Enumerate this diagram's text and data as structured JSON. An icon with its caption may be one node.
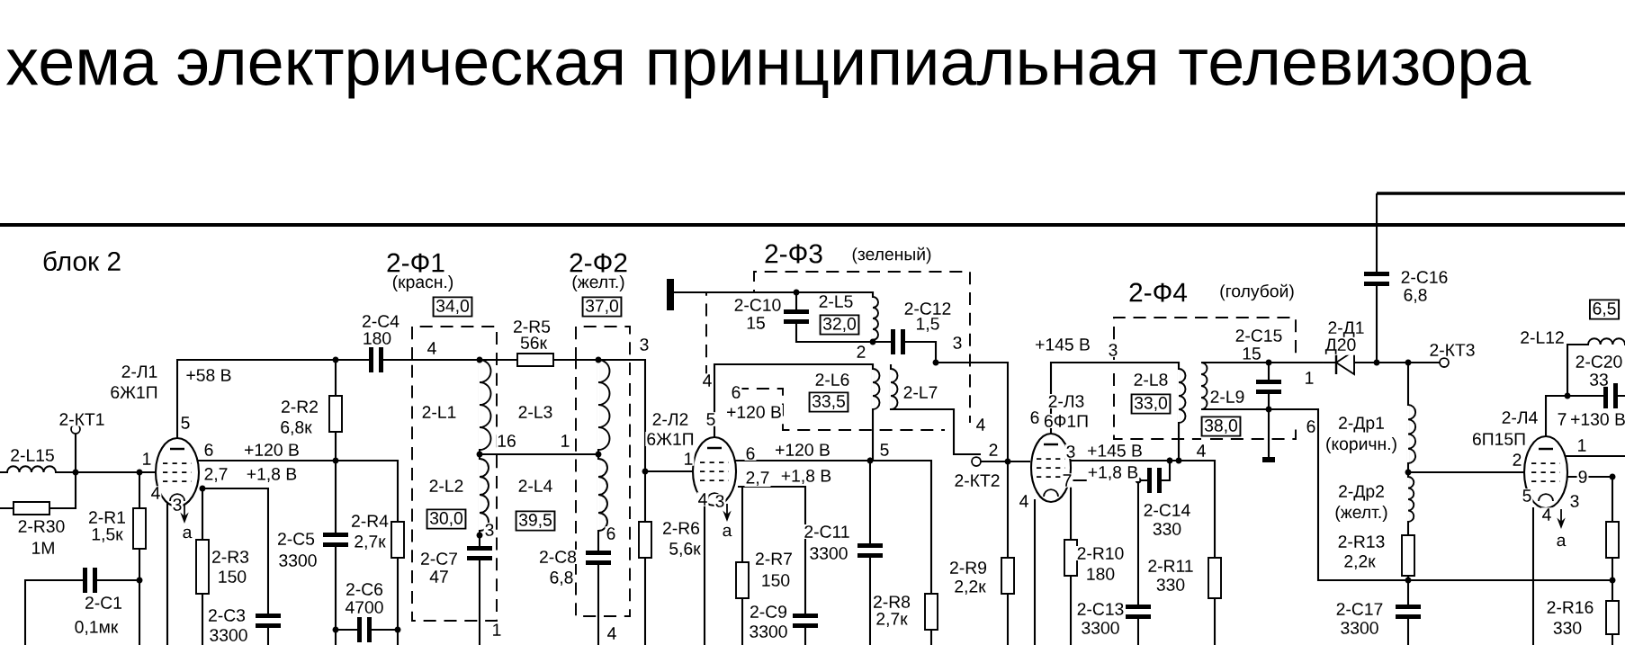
{
  "diagram": {
    "title": "хема электрическая принципиальная телевизора",
    "labels": [
      "блок 2",
      "2-Ф1",
      "(красн.)",
      "34,0",
      "2-С4",
      "180",
      "4",
      "2-R5",
      "56к",
      "2-Л1",
      "6Ж1П",
      "+58 В",
      "2-КТ1",
      "5",
      "2-R2",
      "6,8к",
      "2-L1",
      "2-L3",
      "16",
      "2-L15",
      "1",
      "6",
      "+120 В",
      "2,7",
      "+1,8 В",
      "4",
      "3",
      "а",
      "2-L2",
      "2-L4",
      "2-R30",
      "1М",
      "2-R1",
      "1,5к",
      "2-С5",
      "3300",
      "2-R4",
      "30,0",
      "39,5",
      "2,7к",
      "3",
      "2-С7",
      "47",
      "2-R3",
      "150",
      "2-С1",
      "0,1мк",
      "2-С6",
      "4700",
      "2-С3",
      "3300",
      "1",
      "2-С8",
      "6,8",
      "2-Ф2",
      "(желт.)",
      "37,0",
      "3",
      "2-Ф3",
      "(зеленый)",
      "2-С10",
      "15",
      "2-L5",
      "32,0",
      "2-С12",
      "1,5",
      "2",
      "3",
      "+145 В",
      "2-L6",
      "33,5",
      "2-L7",
      "4",
      "6",
      "+120 В",
      "2-Л2",
      "6Ж1П",
      "5",
      "4",
      "1",
      "6",
      "+120 В",
      "5",
      "2",
      "2,7",
      "+1,8 В",
      "2-КТ2",
      "4",
      "3",
      "2-R6",
      "а",
      "5,6к",
      "6",
      "2-С11",
      "3300",
      "2-R7",
      "150",
      "2-R9",
      "2,2к",
      "2-R8",
      "2,7к",
      "2-С9",
      "4",
      "3300",
      "1",
      "6",
      "2-Л3",
      "6Ф1П",
      "3",
      "4",
      "7",
      "2-Ф4",
      "(голубой)",
      "2-С16",
      "6,8",
      "2-С15",
      "15",
      "2-Д1",
      "Д20",
      "2-КТ3",
      "2-L12",
      "6,5",
      "3",
      "2-L8",
      "33,0",
      "2-L9",
      "38,0",
      "1",
      "6",
      "+145 В",
      "4",
      "+1,8 В",
      "2-С20",
      "33",
      "2-Л4",
      "6П15П",
      "7",
      "+130 В",
      "1",
      "2",
      "9",
      "5",
      "4",
      "3",
      "а",
      "2-Др1",
      "(коричн.)",
      "2-Др2",
      "(желт.)",
      "2-R13",
      "2,2к",
      "2-С14",
      "330",
      "2-R10",
      "180",
      "2-R11",
      "330",
      "2-С13",
      "3300",
      "2-С17",
      "3300",
      "2-R16",
      "330"
    ]
  }
}
